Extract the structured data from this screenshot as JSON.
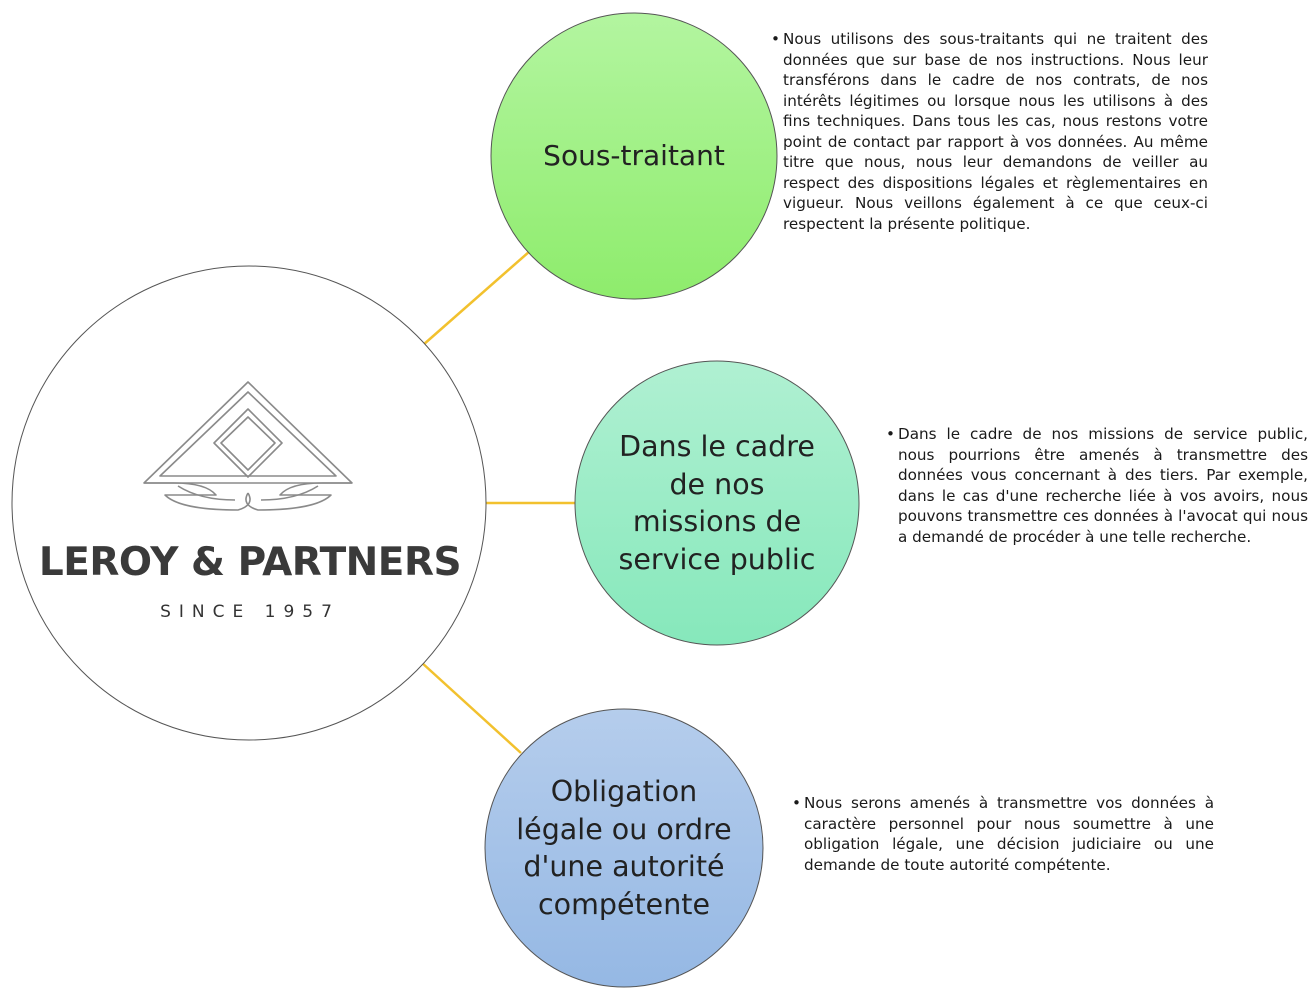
{
  "center": {
    "brand_name": "LEROY & PARTNERS",
    "brand_since": "SINCE 1957",
    "logo_icon": "scales-triangle-logo"
  },
  "nodes": [
    {
      "title": "Sous-traitant",
      "description": "Nous utilisons des sous-traitants qui ne traitent des données que sur base de nos instructions. Nous leur transférons dans le cadre de nos contrats, de nos intérêts légitimes ou lorsque nous les utilisons à des fins techniques. Dans tous les cas, nous restons votre point de contact par rapport à vos données. Au même titre que nous, nous leur demandons de veiller au respect des dispositions légales et règlementaires en vigueur. Nous veillons également à ce que ceux-ci respectent la présente politique.",
      "color_top": "#b3f5a0",
      "color_bottom": "#8eec6c"
    },
    {
      "title": "Dans le cadre de nos missions de service public",
      "description": "Dans le cadre de nos missions de service public, nous pourrions être amenés à transmettre des données vous concernant à des tiers. Par exemple, dans le cas d'une recherche liée à vos avoirs, nous pouvons transmettre ces données à l'avocat qui nous a demandé de procéder à une telle recherche.",
      "color_top": "#b0f0d2",
      "color_bottom": "#86e8bb"
    },
    {
      "title": "Obligation légale ou ordre d'une autorité compétente",
      "description": "Nous serons amenés à transmettre vos données à caractère personnel pour nous soumettre à une obligation légale, une décision judiciaire ou une demande de toute autorité compétente.",
      "color_top": "#b5cdec",
      "color_bottom": "#95b8e4"
    }
  ],
  "colors": {
    "connector": "#f2c12e",
    "circle_stroke": "#555555"
  }
}
